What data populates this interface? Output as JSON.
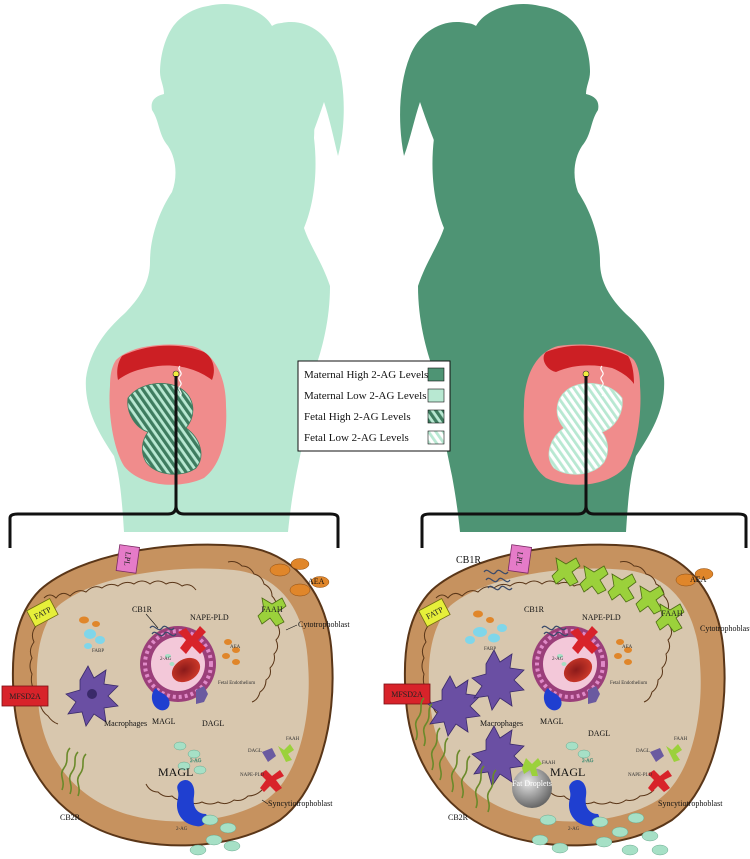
{
  "colors": {
    "maternal_low": "#b8e8d2",
    "maternal_high": "#4e9474",
    "fetal_stripe_dark": "#3e7c5f",
    "fetal_stripe_light": "#b8e8d2",
    "uterus_outer": "#f08c8c",
    "placenta": "#cc1f24",
    "cell_tan": "#d8c7ae",
    "cell_border": "#8b5a2b",
    "trophoblast": "#c6925f",
    "vessel": "#9b3f7a",
    "macrophage": "#6a4fa3",
    "magl": "#1f3fd0",
    "lpl": "#e57bc8",
    "fatp": "#e6ef3a",
    "mfsd2a": "#d8232a",
    "faah": "#9bd13b",
    "aea": "#e0862a",
    "ag2": "#a6e0c6",
    "fabp": "#7fd6ea"
  },
  "legend": {
    "items": [
      {
        "label": "Maternal High 2-AG Levels",
        "swatch": "solid-dark"
      },
      {
        "label": "Maternal Low 2-AG Levels",
        "swatch": "solid-light"
      },
      {
        "label": "Fetal High 2-AG Levels",
        "swatch": "stripe-dark"
      },
      {
        "label": "Fetal Low 2-AG Levels",
        "swatch": "stripe-light"
      }
    ]
  },
  "left_panel": {
    "labels": {
      "lpl": "LPL",
      "aea": "AEA",
      "fatp": "FATP",
      "faah_top": "FAAH",
      "cytotrophoblast": "Cytotrophoblast",
      "cb1r": "CB1R",
      "nape_pld": "NAPE-PLD",
      "fabp": "FABP",
      "mfsd2a": "MFSD2A",
      "fetal_endothelium": "Fetal Endothelium",
      "macrophages": "Macrophages",
      "magl_vessel": "MAGL",
      "dagl_vessel": "DAGL",
      "faah_right": "FAAH",
      "dagl_right": "DAGL",
      "nape_pld_right": "NAPE-PLD",
      "syncytiotrophoblast": "Syncytiotrophoblast",
      "cb2r": "CB2R",
      "magl_bottom": "MAGL",
      "two_ag_bottom": "2-AG",
      "two_ag_small": "2-AG",
      "aea_small": "AEA",
      "two_ag_cell": "2-AG"
    }
  },
  "right_panel": {
    "labels": {
      "cb1r_top": "CB1R",
      "lpl": "LPL",
      "aea": "AEA",
      "fatp": "FATP",
      "faah_top": "FAAH",
      "cytotrophoblast": "Cytotrophoblast",
      "cb1r": "CB1R",
      "nape_pld": "NAPE-PLD",
      "fabp": "FABP",
      "mfsd2a": "MFSD2A",
      "fetal_endothelium": "Fetal Endothelium",
      "macrophages": "Macrophages",
      "magl_vessel": "MAGL",
      "dagl_vessel": "DAGL",
      "faah_fat": "FAAH",
      "fat_droplets": "Fat Droplets",
      "faah_right": "FAAH",
      "dagl_right": "DAGL",
      "nape_pld_right": "NAPE-PLD",
      "syncytiotrophoblast": "Syncytiotrophoblast",
      "cb2r": "CB2R",
      "magl_bottom": "MAGL",
      "two_ag_bottom": "2-AG",
      "two_ag_small": "2-AG",
      "aea_small": "AEA",
      "two_ag_cell": "2-AG"
    }
  }
}
